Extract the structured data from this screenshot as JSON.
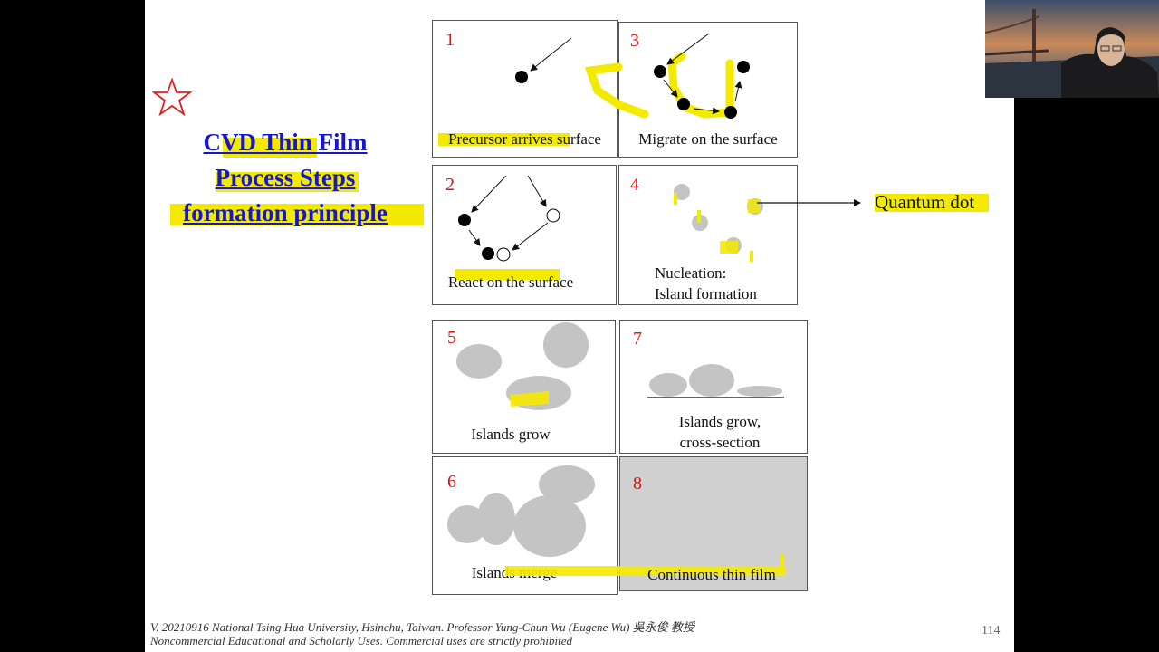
{
  "slide": {
    "title_lines": [
      "CVD Thin Film",
      "Process Steps",
      "formation principle"
    ],
    "quantum_dot_label": "Quantum dot",
    "footer_line1": "V. 20210916 National Tsing Hua University, Hsinchu, Taiwan. Professor Yung-Chun Wu (Eugene Wu) 吳永俊 教授",
    "footer_line2": "Noncommercial Educational and Scholarly Uses. Commercial uses are strictly prohibited",
    "page_number": "114"
  },
  "panels": [
    {
      "num": "1",
      "label": "Precursor arrives surface"
    },
    {
      "num": "3",
      "label": "Migrate on the surface"
    },
    {
      "num": "2",
      "label": "React on the surface"
    },
    {
      "num": "4",
      "label_line1": "Nucleation:",
      "label_line2": "Island formation"
    },
    {
      "num": "5",
      "label": "Islands grow"
    },
    {
      "num": "7",
      "label_line1": "Islands grow,",
      "label_line2": "cross-section"
    },
    {
      "num": "6",
      "label": "Islands merge"
    },
    {
      "num": "8",
      "label": "Continuous thin film"
    }
  ],
  "colors": {
    "title": "#1515d6",
    "step_number": "#e01010",
    "highlighter": "#f4ea00",
    "island": "#c4c4c4"
  },
  "icons": {
    "star": "star-outline-icon",
    "camera": "webcam-feed"
  }
}
